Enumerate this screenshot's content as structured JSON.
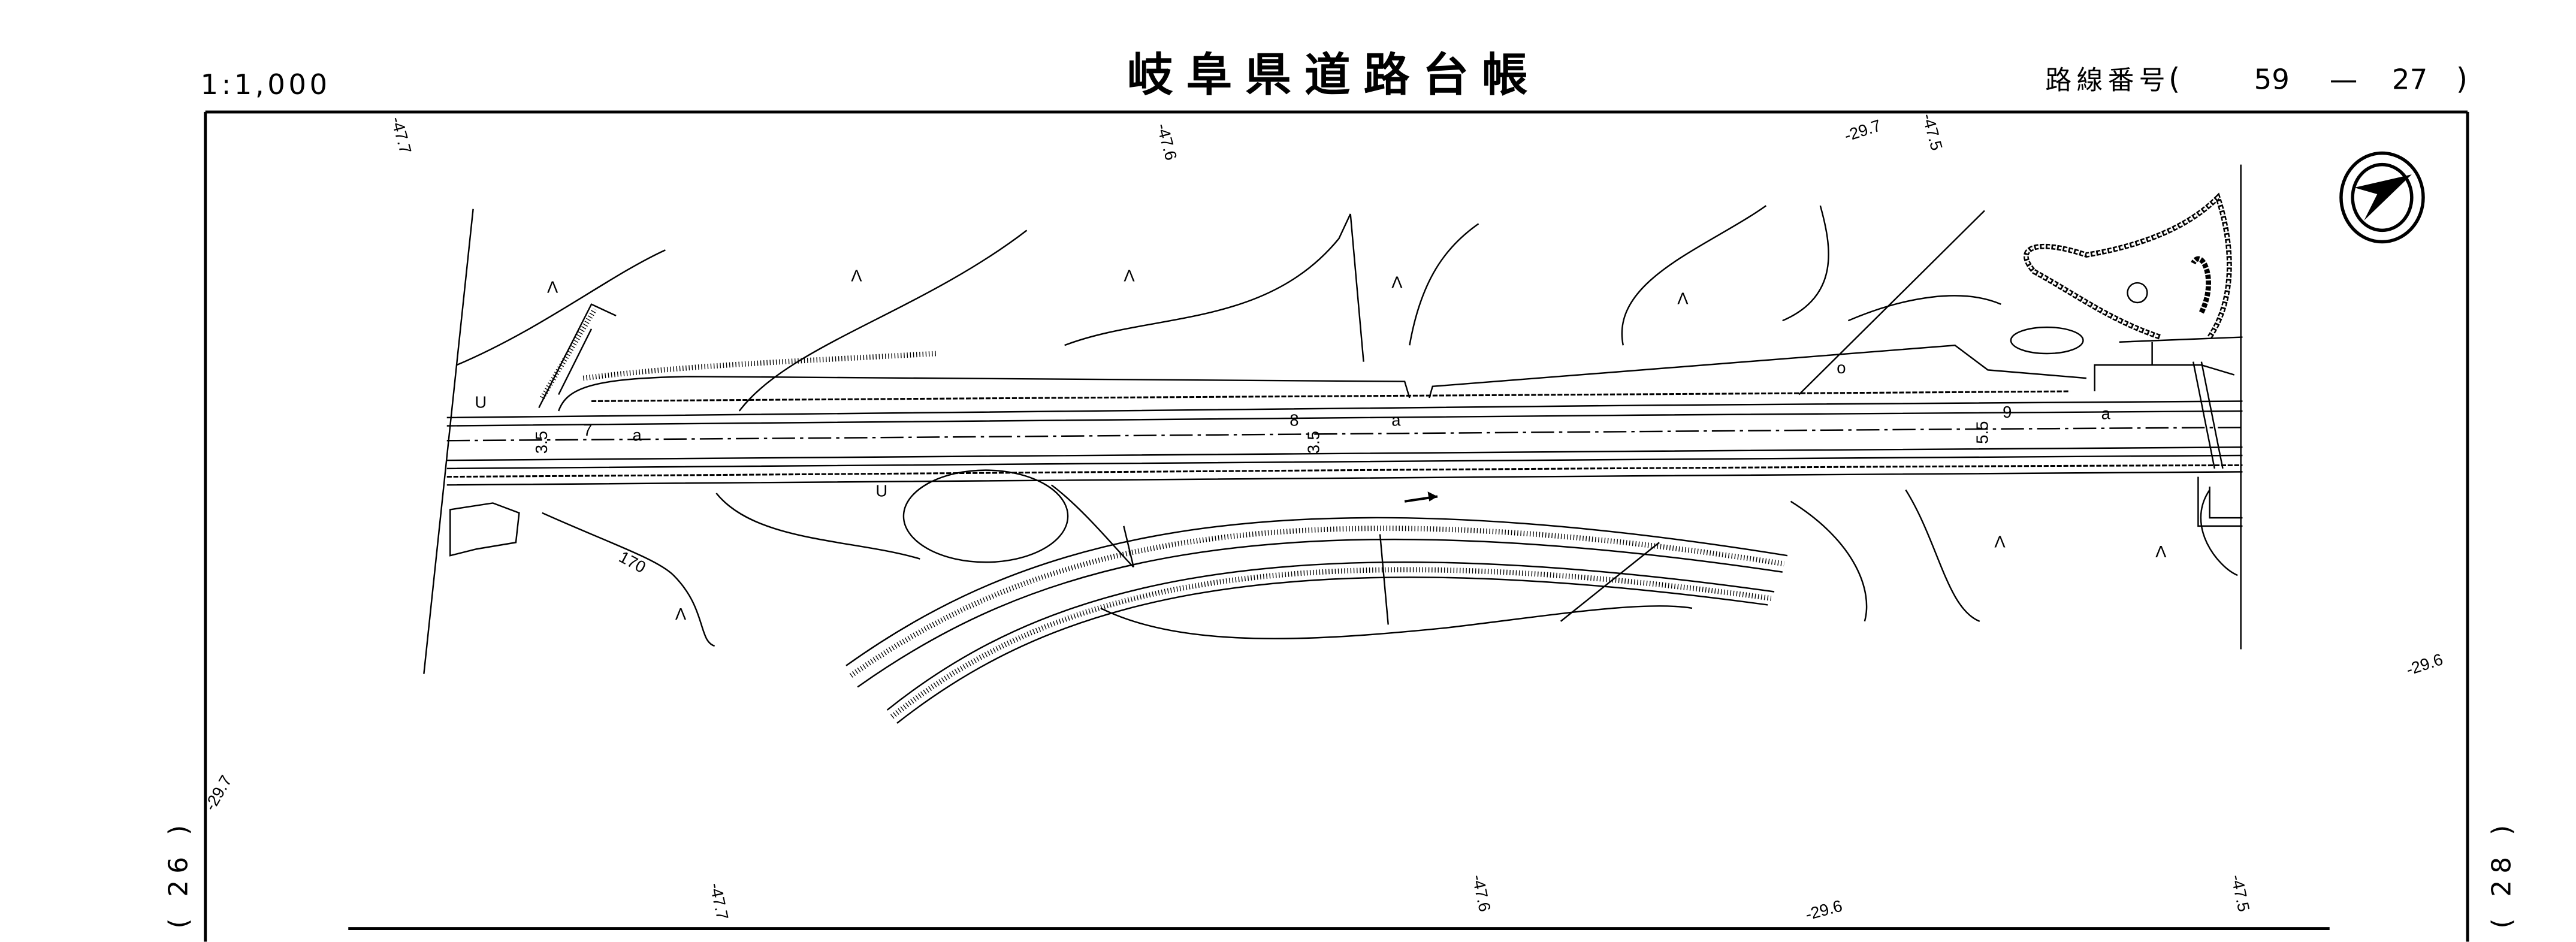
{
  "header": {
    "scale": "1:1,000",
    "title": "岐阜県道路台帳",
    "route_label": "路線番号",
    "route_open": "(",
    "route_major": "59",
    "route_dash": "—",
    "route_minor": "27",
    "route_close": ")"
  },
  "sheet_refs": {
    "left": "( 26 )",
    "right": "( 28 )"
  },
  "map": {
    "grid_labels": {
      "top_1": "-47.7",
      "top_2": "-47.6",
      "top_3": "-29.7",
      "top_4": "-47.5",
      "right_1": "-29.6",
      "left_1": "-29.7",
      "bottom_1": "-47.7",
      "bottom_2": "-47.6",
      "bottom_3": "-29.6",
      "bottom_4": "-47.5"
    },
    "contour_label": "170",
    "vegetation_mark": "Λ",
    "road_labels": {
      "a": "a",
      "station_7": "7",
      "station_8": "8",
      "station_9": "9",
      "width_1": "3.5",
      "width_2": "3.5",
      "width_3": "5.5",
      "culvert": "U",
      "o": "o"
    }
  }
}
